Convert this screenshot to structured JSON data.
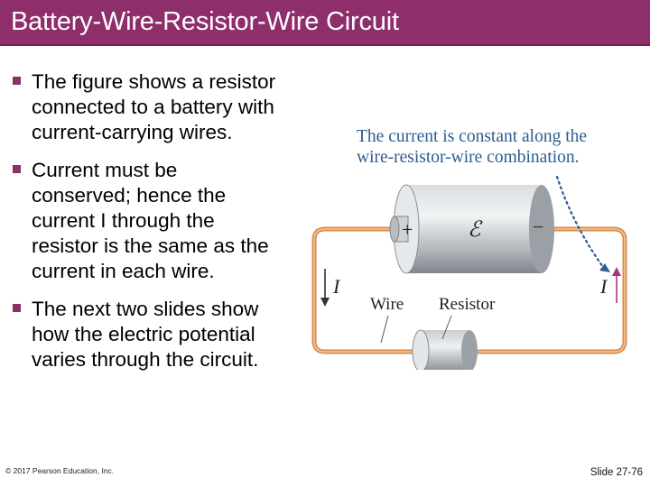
{
  "slide": {
    "title": "Battery-Wire-Resistor-Wire Circuit",
    "bullets": [
      {
        "text": "The figure shows a resistor connected to a battery with current-carrying wires."
      },
      {
        "text": "Current must be conserved; hence the current I through the resistor is the same as the current in each wire."
      },
      {
        "text": "The next two slides show how the electric potential varies through the circuit."
      }
    ],
    "footer": {
      "copyright": "© 2017 Pearson Education, Inc.",
      "slide_number": "Slide 27-76"
    }
  },
  "figure": {
    "caption_line1": "The current is constant along the",
    "caption_line2": "wire-resistor-wire combination.",
    "battery_emf": "ℰ",
    "plus_sign": "+",
    "minus_sign": "−",
    "current_left": "I",
    "current_right": "I",
    "wire_label": "Wire",
    "resistor_label": "Resistor",
    "colors": {
      "title_bar": "#8e2e6a",
      "wire": "#d98b4a",
      "caption": "#2d5c8f",
      "arrow_right": "#a23a7a",
      "arrow_left": "#333333"
    }
  }
}
